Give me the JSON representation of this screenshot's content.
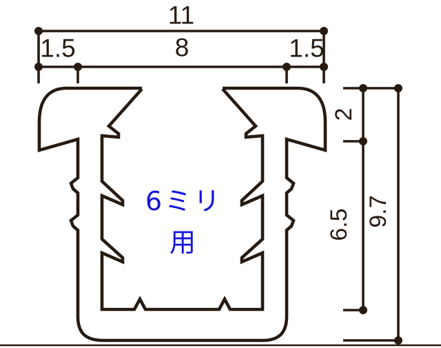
{
  "drawing": {
    "type": "glazing-channel-cross-section",
    "background_color": "#ffffff",
    "line_color": "#271a10",
    "note_color": "#1414dd",
    "note": {
      "text": "6ミリ用",
      "line1": "6ミリ",
      "line2": "用"
    },
    "dimensions": {
      "overall_width": "11",
      "left_flange_offset": "1.5",
      "inner_width": "8",
      "right_flange_offset": "1.5",
      "flange_lip_height": "2",
      "channel_depth": "6.5",
      "overall_height": "9.7"
    }
  }
}
